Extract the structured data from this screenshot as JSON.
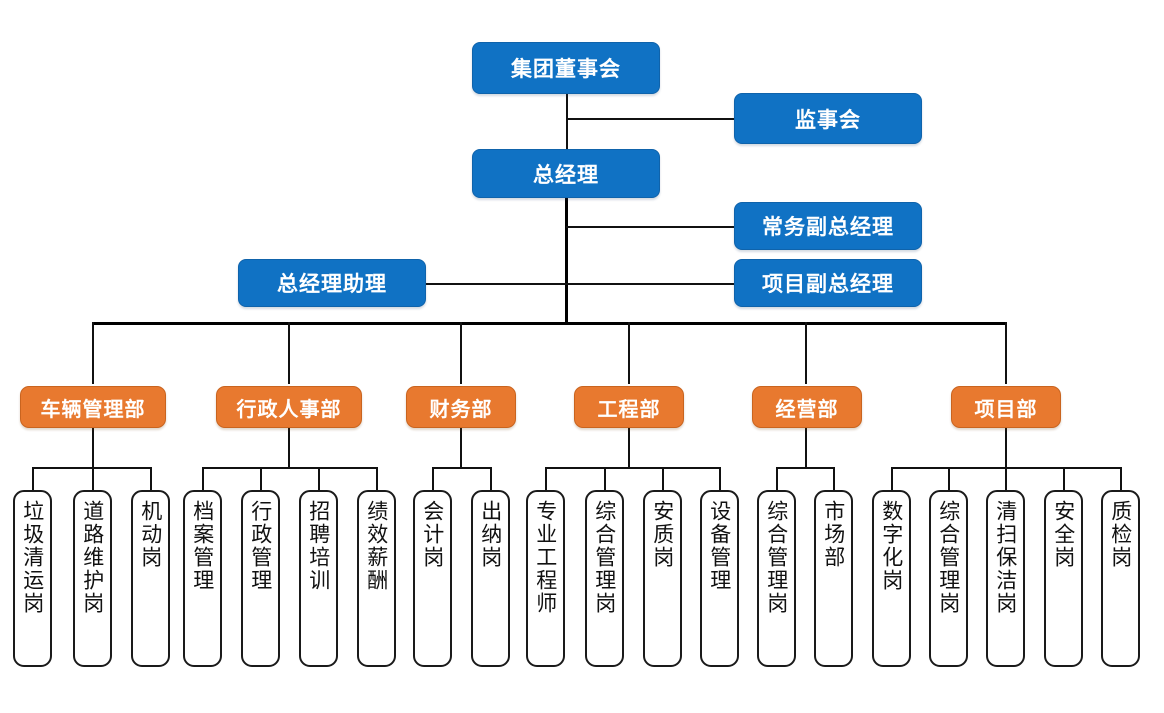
{
  "chart_title": "",
  "colors": {
    "executive_blue": "#1072C4",
    "department_orange": "#E8792F",
    "leaf_white": "#FFFFFF",
    "line_black": "#000000",
    "text_on_fill": "#FFFFFF",
    "text_on_white": "#111111"
  },
  "executive": {
    "board": "集团董事会",
    "supervisory": "监事会",
    "general_manager": "总经理",
    "executive_vice_gm": "常务副总经理",
    "gm_assistant": "总经理助理",
    "project_vice_gm": "项目副总经理"
  },
  "departments": [
    {
      "name": "车辆管理部",
      "children": [
        "垃圾清运岗",
        "道路维护岗",
        "机动岗"
      ]
    },
    {
      "name": "行政人事部",
      "children": [
        "档案管理",
        "行政管理",
        "招聘培训",
        "绩效薪酬"
      ]
    },
    {
      "name": "财务部",
      "children": [
        "会计岗",
        "出纳岗"
      ]
    },
    {
      "name": "工程部",
      "children": [
        "专业工程师",
        "综合管理岗",
        "安质岗",
        "设备管理"
      ]
    },
    {
      "name": "经营部",
      "children": [
        "综合管理岗",
        "市场部"
      ]
    },
    {
      "name": "项目部",
      "children": [
        "数字化岗",
        "综合管理岗",
        "清扫保洁岗",
        "安全岗",
        "质检岗"
      ]
    }
  ],
  "leaves_flat": [
    "垃圾清运岗",
    "道路维护岗",
    "机动岗",
    "档案管理",
    "行政管理",
    "招聘培训",
    "绩效薪酬",
    "会计岗",
    "出纳岗",
    "专业工程师",
    "综合管理岗",
    "安质岗",
    "设备管理",
    "综合管理岗",
    "市场部",
    "数字化岗",
    "综合管理岗",
    "清扫保洁岗",
    "安全岗",
    "质检岗"
  ]
}
